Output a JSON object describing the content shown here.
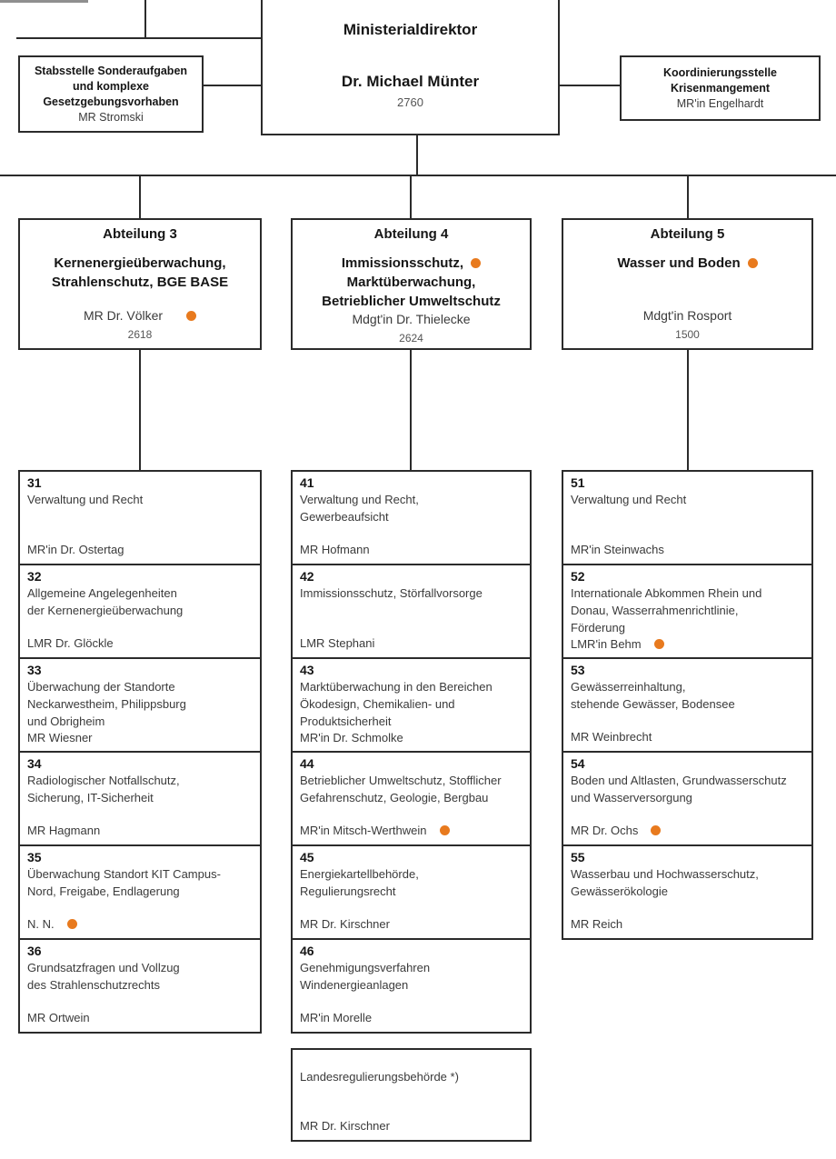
{
  "palette": {
    "accent": "#E87A1E",
    "line_color": "#2B2B2B",
    "text_color": "#3A3A3A",
    "heading_color": "#161616"
  },
  "director_box": {
    "title": "Ministerialdirektor",
    "name": "Dr. Michael Münter",
    "phone": "2760"
  },
  "staff_box": {
    "line1": "Stabsstelle Sonderaufgaben",
    "line2": "und komplexe",
    "line3": "Gesetzgebungsvorhaben",
    "head": "MR Stromski"
  },
  "coordination_box": {
    "line1": "Koordinierungsstelle",
    "line2": "Krisenmangement",
    "head": "MR'in Engelhardt"
  },
  "departments": [
    {
      "title": "Abteilung 3",
      "subtitle_lines": [
        "Kernenergieüberwachung,",
        "Strahlenschutz, BGE BASE"
      ],
      "subtitle_dot": false,
      "head": "MR Dr. Völker",
      "head_dot": true,
      "phone": "2618",
      "units": [
        {
          "number": "31",
          "description": "Verwaltung und Recht",
          "head": "MR'in Dr. Ostertag"
        },
        {
          "number": "32",
          "description": "Allgemeine Angelegenheiten\nder Kernenergieüberwachung",
          "head": "LMR Dr. Glöckle"
        },
        {
          "number": "33",
          "description": "Überwachung der Standorte\nNeckarwestheim, Philippsburg\nund Obrigheim",
          "head": "MR Wiesner"
        },
        {
          "number": "34",
          "description": "Radiologischer Notfallschutz,\nSicherung, IT-Sicherheit",
          "head": "MR Hagmann"
        },
        {
          "number": "35",
          "description": "Überwachung Standort KIT Campus-\nNord, Freigabe, Endlagerung",
          "head": "N. N.",
          "dot": true
        },
        {
          "number": "36",
          "description": "Grundsatzfragen und Vollzug\ndes Strahlenschutzrechts",
          "head": "MR Ortwein"
        }
      ]
    },
    {
      "title": "Abteilung 4",
      "subtitle_lines": [
        "Immissionsschutz,",
        "Marktüberwachung,",
        "Betrieblicher Umweltschutz"
      ],
      "subtitle_dot": true,
      "head": "Mdgt'in Dr. Thielecke",
      "head_dot": false,
      "phone": "2624",
      "units": [
        {
          "number": "41",
          "description": "Verwaltung und Recht,\nGewerbeaufsicht",
          "head": "MR Hofmann"
        },
        {
          "number": "42",
          "description": "Immissionsschutz, Störfallvorsorge",
          "head": "LMR Stephani"
        },
        {
          "number": "43",
          "description": "Marktüberwachung in den Bereichen\nÖkodesign, Chemikalien- und\nProduktsicherheit",
          "head": "MR'in Dr. Schmolke"
        },
        {
          "number": "44",
          "description": "Betrieblicher Umweltschutz, Stofflicher\nGefahrenschutz, Geologie, Bergbau",
          "head": "MR'in Mitsch-Werthwein",
          "dot": true
        },
        {
          "number": "45",
          "description": "Energiekartellbehörde,\nRegulierungsrecht",
          "head": "MR Dr. Kirschner"
        },
        {
          "number": "46",
          "description": "Genehmigungsverfahren\nWindenergieanlagen",
          "head": "MR'in Morelle"
        }
      ]
    },
    {
      "title": "Abteilung 5",
      "subtitle_lines": [
        "Wasser und Boden"
      ],
      "subtitle_dot": true,
      "head": "Mdgt'in Rosport",
      "head_dot": false,
      "phone": "1500",
      "units": [
        {
          "number": "51",
          "description": "Verwaltung und Recht",
          "head": "MR'in Steinwachs"
        },
        {
          "number": "52",
          "description": "Internationale Abkommen Rhein und\nDonau, Wasserrahmenrichtlinie,\nFörderung",
          "head": "LMR'in Behm",
          "dot": true
        },
        {
          "number": "53",
          "description": "Gewässerreinhaltung,\nstehende Gewässer, Bodensee",
          "head": "MR Weinbrecht"
        },
        {
          "number": "54",
          "description": "Boden und Altlasten, Grundwasserschutz\nund Wasserversorgung",
          "head": "MR Dr. Ochs",
          "dot": true
        },
        {
          "number": "55",
          "description": "Wasserbau und Hochwasserschutz,\nGewässerökologie",
          "head": "MR Reich"
        }
      ]
    }
  ],
  "special_box": {
    "title": "Landesregulierungsbehörde *)",
    "head": "MR Dr. Kirschner"
  }
}
